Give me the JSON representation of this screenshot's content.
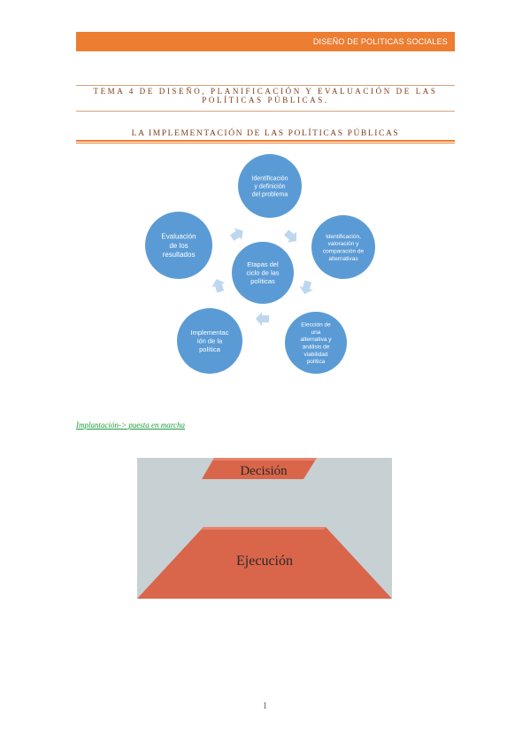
{
  "header": {
    "text": "DISEÑO DE POLITICAS SOCIALES",
    "color": "#ED7D31"
  },
  "topic": {
    "line1": "TEMA 4 DE DISEÑO, PLANIFICACIÓN Y EVALUACIÓN DE LAS",
    "line2": "POLÍTICAS PÚBLICAS."
  },
  "section": {
    "title": "LA IMPLEMENTACIÓN DE LAS POLÍTICAS PÚBLICAS"
  },
  "cycle": {
    "center": [
      "Etapas del",
      "ciclo de las",
      "políticas"
    ],
    "stages": [
      {
        "lines": [
          "Identificación",
          "y definición",
          "del problema"
        ]
      },
      {
        "lines": [
          "Identificación,",
          "valoración y",
          "comparación de",
          "alternativas"
        ]
      },
      {
        "lines": [
          "Elección de",
          "una",
          "alternativa y",
          "análisis de",
          "viabilidad",
          "política"
        ]
      },
      {
        "lines": [
          "Implementac",
          "ión de la",
          "política"
        ]
      },
      {
        "lines": [
          "Evaluación",
          "de los",
          "resultados"
        ]
      }
    ],
    "circle_color": "#5B9BD5",
    "arrow_color": "#BDD7EE"
  },
  "implementation": {
    "link_text": "Implantación-> puesta en marcha"
  },
  "pyramid": {
    "top_label": "Decisión",
    "bottom_label": "Ejecución",
    "fill_color": "#D9654A",
    "bg_color": "#c7d0d3"
  },
  "footer": {
    "page_number": "1"
  }
}
